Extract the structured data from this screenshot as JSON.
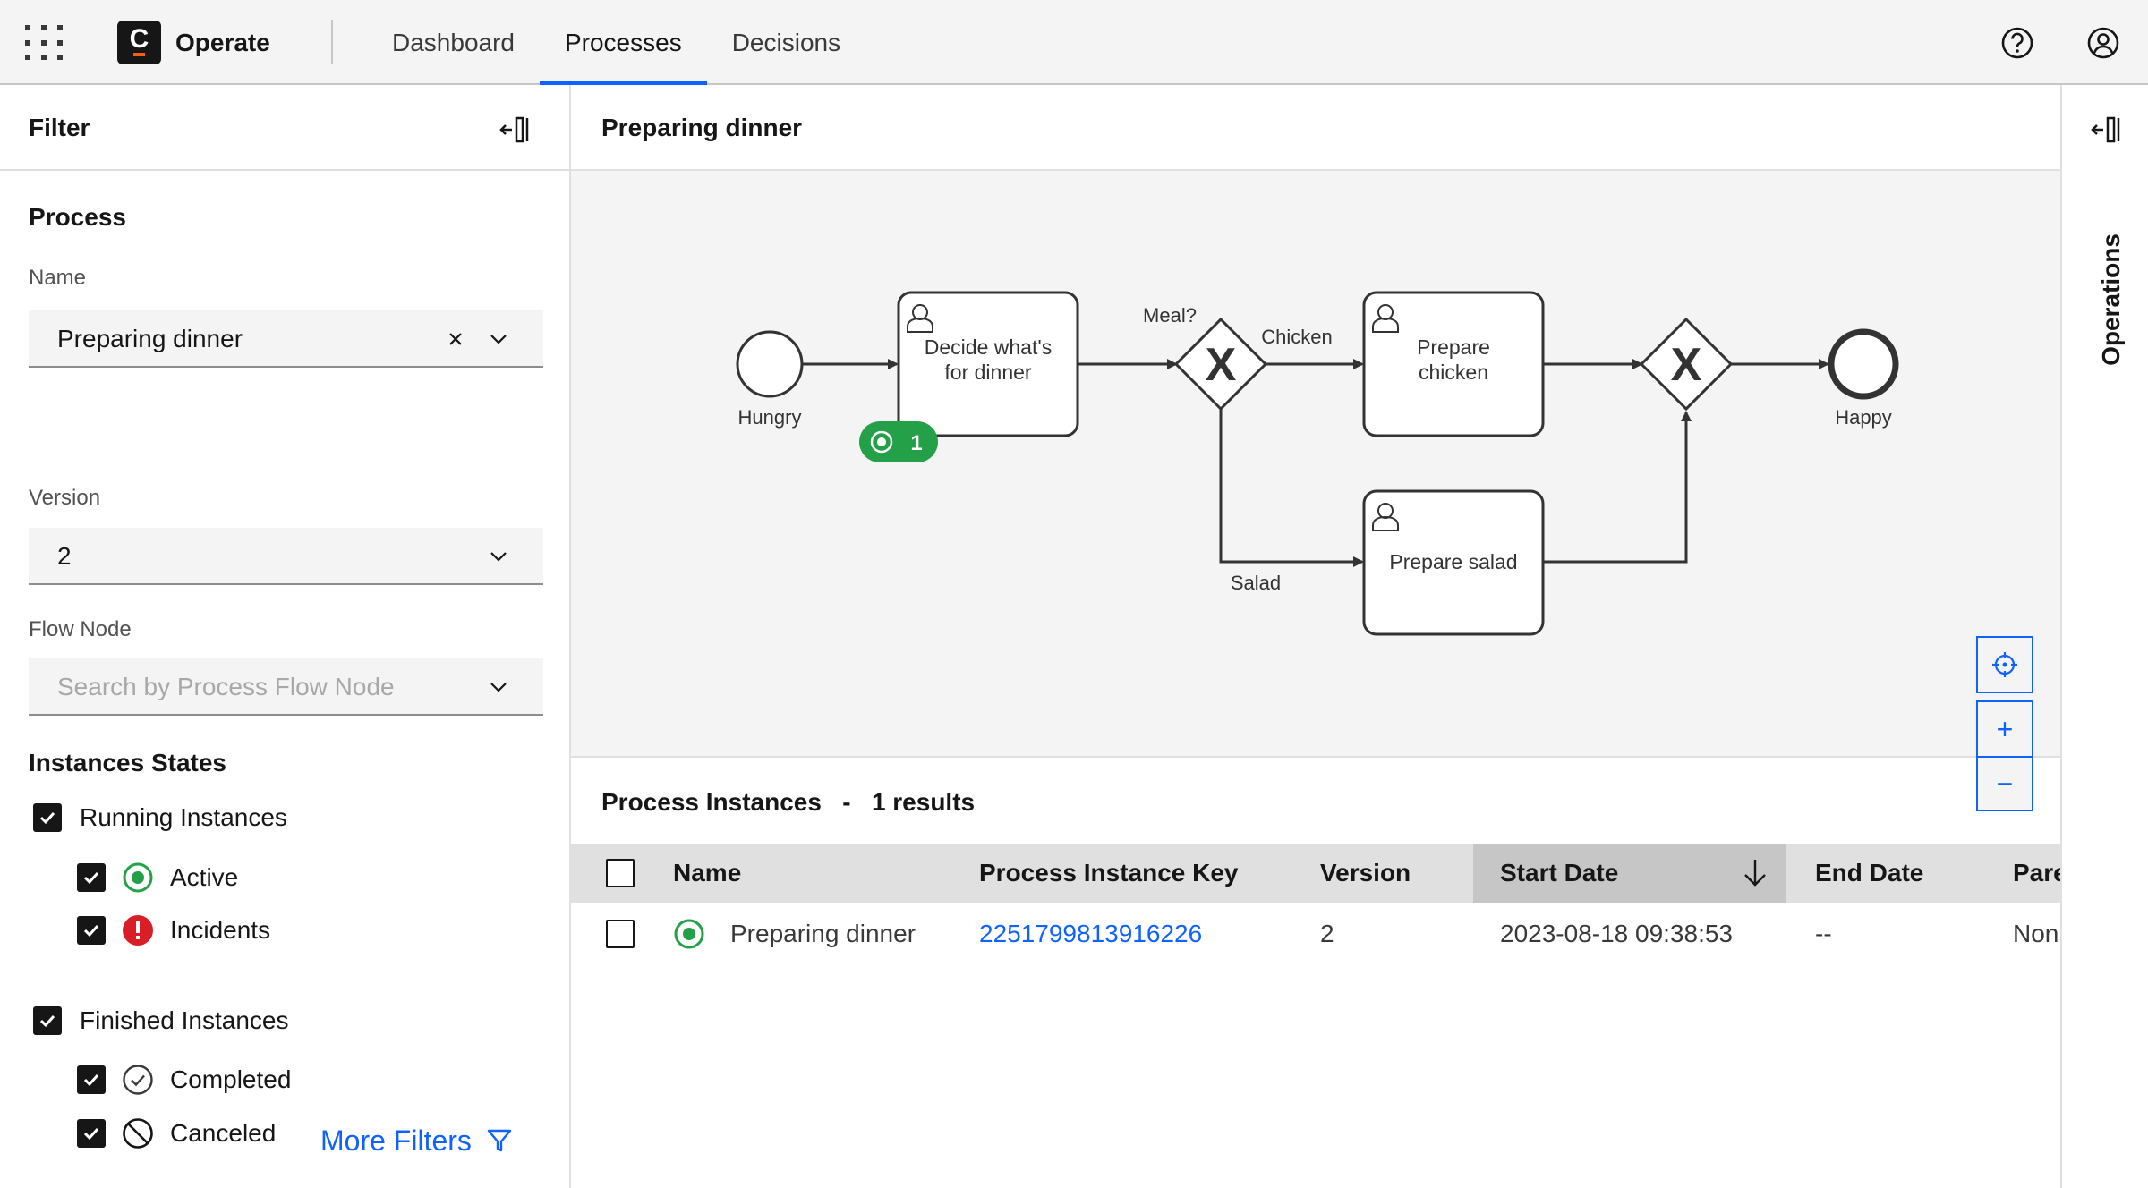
{
  "app": {
    "name": "Operate"
  },
  "nav": {
    "items": [
      "Dashboard",
      "Processes",
      "Decisions"
    ],
    "active": "Processes"
  },
  "filter": {
    "title": "Filter",
    "process_section": "Process",
    "name_label": "Name",
    "name_value": "Preparing dinner",
    "version_label": "Version",
    "version_value": "2",
    "flow_node_label": "Flow Node",
    "flow_node_placeholder": "Search by Process Flow Node",
    "states_title": "Instances States",
    "running": "Running Instances",
    "active": "Active",
    "incidents": "Incidents",
    "finished": "Finished Instances",
    "completed": "Completed",
    "canceled": "Canceled",
    "more_filters": "More Filters"
  },
  "main": {
    "title": "Preparing dinner"
  },
  "diagram": {
    "start_event": "Hungry",
    "task_decide_line1": "Decide what's",
    "task_decide_line2": "for dinner",
    "active_badge_count": "1",
    "gateway_label": "Meal?",
    "flow_chicken": "Chicken",
    "flow_salad": "Salad",
    "task_chicken_line1": "Prepare",
    "task_chicken_line2": "chicken",
    "task_salad": "Prepare salad",
    "end_event": "Happy",
    "gateway_symbol": "X",
    "zoom_in": "+",
    "zoom_out": "−"
  },
  "instances": {
    "title": "Process Instances",
    "separator": "-",
    "count_text": "1 results",
    "columns": {
      "name": "Name",
      "key": "Process Instance Key",
      "version": "Version",
      "start_date": "Start Date",
      "end_date": "End Date",
      "parent": "Pare"
    },
    "rows": [
      {
        "name": "Preparing dinner",
        "key": "2251799813916226",
        "version": "2",
        "start_date": "2023-08-18 09:38:53",
        "end_date": "--",
        "parent": "Non"
      }
    ]
  },
  "operations": {
    "label": "Operations"
  },
  "colors": {
    "accent": "#0f62fe",
    "active_green": "#24a148",
    "incident_red": "#da1e28"
  }
}
